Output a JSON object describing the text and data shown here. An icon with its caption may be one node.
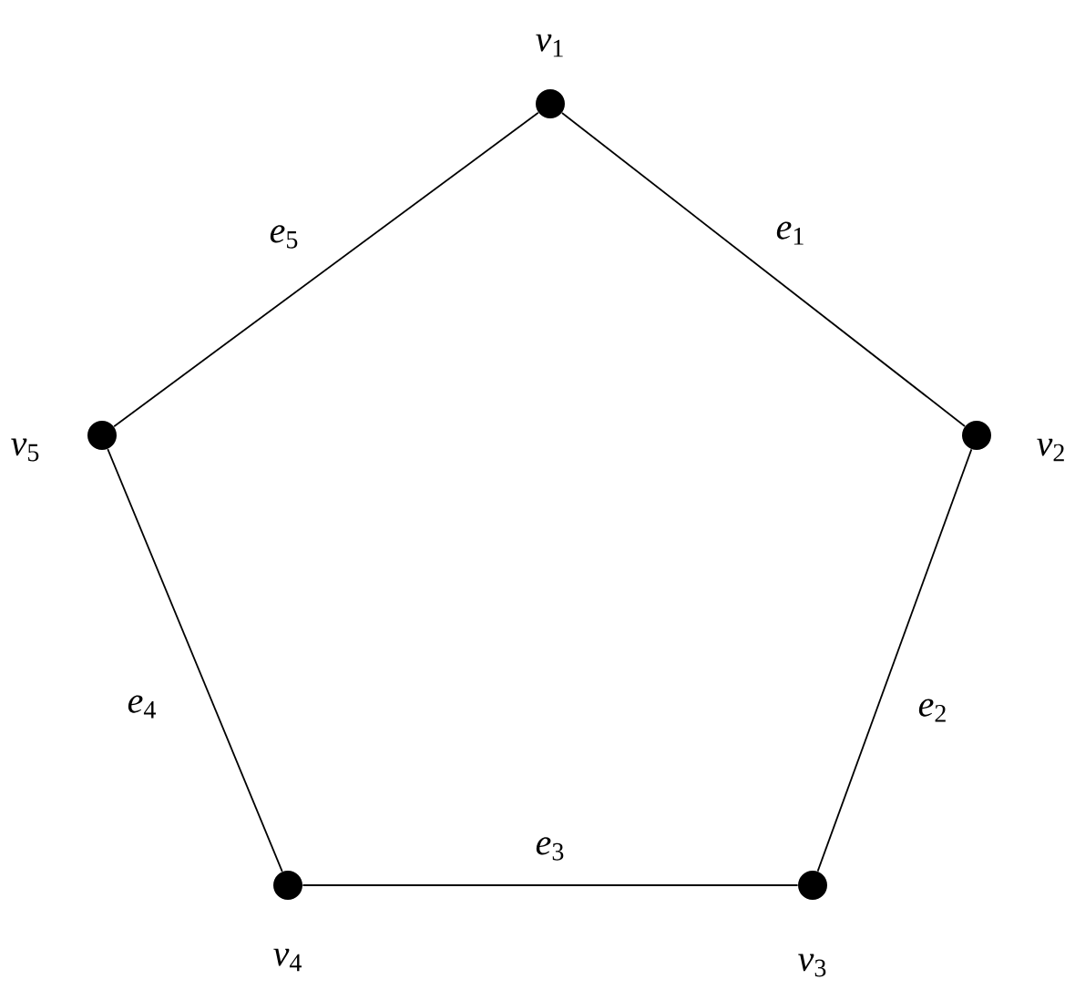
{
  "diagram": {
    "nodes": [
      {
        "text": [],
        "shape": "circle",
        "beside": [
          "*v*$_{1}$"
        ]
      },
      {
        "text": [],
        "shape": "circle",
        "beside": [
          "*v*$_{2}$"
        ]
      },
      {
        "text": [],
        "shape": "circle",
        "beside": [
          "*v*$_{3}$"
        ]
      },
      {
        "text": [],
        "shape": "circle",
        "beside": [
          "*v*$_{4}$"
        ]
      },
      {
        "text": [],
        "shape": "circle",
        "beside": [
          "*v*$_{5}$"
        ]
      }
    ],
    "edges": [
      {
        "from": 0,
        "to": 1,
        "arrow": "none",
        "label": "*e*$_{1}$"
      },
      {
        "from": 1,
        "to": 2,
        "arrow": "none",
        "label": "*e*$_{2}$"
      },
      {
        "from": 2,
        "to": 3,
        "arrow": "none",
        "label": "*e*$_{3}$"
      },
      {
        "from": 3,
        "to": 4,
        "arrow": "none",
        "label": "*e*$_{4}$"
      },
      {
        "from": 4,
        "to": 0,
        "arrow": "none",
        "label": "*e*$_{5}$"
      }
    ]
  }
}
